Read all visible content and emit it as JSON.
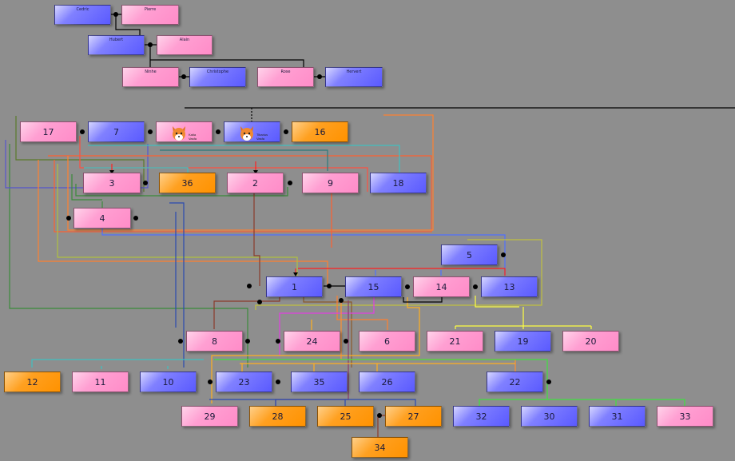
{
  "gen1": [
    {
      "id": "g1a",
      "label": "Cedric",
      "color": "blue"
    },
    {
      "id": "g1b",
      "label": "Pierre",
      "color": "pink"
    }
  ],
  "gen2": [
    {
      "id": "g2a",
      "label": "Hubert",
      "color": "blue"
    },
    {
      "id": "g2b",
      "label": "Alain",
      "color": "pink"
    }
  ],
  "gen3": [
    {
      "id": "g3a",
      "label": "Ninhe",
      "color": "pink"
    },
    {
      "id": "g3b",
      "label": "Christophe",
      "color": "blue"
    },
    {
      "id": "g3c",
      "label": "Rose",
      "color": "pink"
    },
    {
      "id": "g3d",
      "label": "Hervert",
      "color": "blue"
    }
  ],
  "photo_nodes": [
    {
      "id": "p1",
      "caption1": "Katia",
      "caption2": "Vasfa"
    },
    {
      "id": "p2",
      "caption1": "Tibarius",
      "caption2": "Vasfa"
    }
  ],
  "numbered": [
    {
      "label": "17",
      "color": "pink"
    },
    {
      "label": "7",
      "color": "blue"
    },
    {
      "label": "16",
      "color": "orange"
    },
    {
      "label": "3",
      "color": "pink"
    },
    {
      "label": "36",
      "color": "orange"
    },
    {
      "label": "2",
      "color": "pink"
    },
    {
      "label": "9",
      "color": "pink"
    },
    {
      "label": "18",
      "color": "blue"
    },
    {
      "label": "4",
      "color": "pink"
    },
    {
      "label": "5",
      "color": "blue"
    },
    {
      "label": "1",
      "color": "blue"
    },
    {
      "label": "15",
      "color": "blue"
    },
    {
      "label": "14",
      "color": "pink"
    },
    {
      "label": "13",
      "color": "blue"
    },
    {
      "label": "8",
      "color": "pink"
    },
    {
      "label": "24",
      "color": "pink"
    },
    {
      "label": "6",
      "color": "pink"
    },
    {
      "label": "21",
      "color": "pink"
    },
    {
      "label": "19",
      "color": "blue"
    },
    {
      "label": "20",
      "color": "pink"
    },
    {
      "label": "12",
      "color": "orange"
    },
    {
      "label": "11",
      "color": "pink"
    },
    {
      "label": "10",
      "color": "blue"
    },
    {
      "label": "23",
      "color": "blue"
    },
    {
      "label": "35",
      "color": "blue"
    },
    {
      "label": "26",
      "color": "blue"
    },
    {
      "label": "22",
      "color": "blue"
    },
    {
      "label": "29",
      "color": "pink"
    },
    {
      "label": "28",
      "color": "orange"
    },
    {
      "label": "25",
      "color": "orange"
    },
    {
      "label": "27",
      "color": "orange"
    },
    {
      "label": "32",
      "color": "blue"
    },
    {
      "label": "30",
      "color": "blue"
    },
    {
      "label": "31",
      "color": "blue"
    },
    {
      "label": "33",
      "color": "pink"
    },
    {
      "label": "34",
      "color": "orange"
    }
  ],
  "colors": {
    "pink": "#ff9fd2",
    "blue": "#6a6aff",
    "orange": "#ffa020",
    "background": "#8e8e8e"
  }
}
